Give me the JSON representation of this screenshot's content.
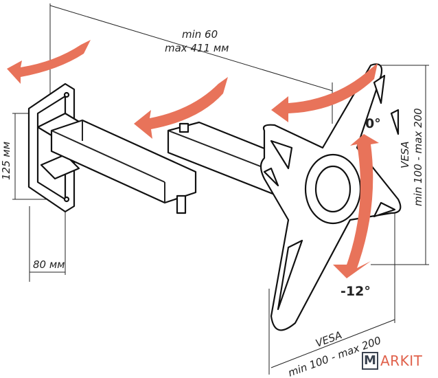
{
  "dimensions": {
    "arm_length_min": "min 60",
    "arm_length_max": "max 411 мм",
    "wall_plate_height": "125 мм",
    "wall_plate_width": "80 мм",
    "vesa_vertical_title": "VESA",
    "vesa_vertical_range": "min 100 - max 200",
    "vesa_horizontal_title": "VESA",
    "vesa_horizontal_range": "min 100 - max 200"
  },
  "tilt": {
    "up": "0°",
    "down": "-12°"
  },
  "logo": {
    "letter": "M",
    "rest": "ARKIT"
  },
  "colors": {
    "arrow": "#e8735a",
    "logo_accent": "#e0604a",
    "logo_dark": "#3a4350"
  }
}
